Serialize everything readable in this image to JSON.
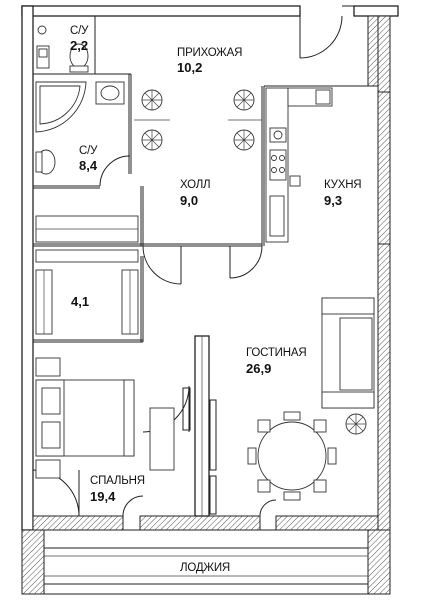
{
  "rooms": {
    "wc_small": {
      "name": "С/У",
      "area": "2,2"
    },
    "hall_entry": {
      "name": "ПРИХОЖАЯ",
      "area": "10,2"
    },
    "bathroom": {
      "name": "С/У",
      "area": "8,4"
    },
    "hall": {
      "name": "ХОЛЛ",
      "area": "9,0"
    },
    "kitchen": {
      "name": "КУХНЯ",
      "area": "9,3"
    },
    "closet": {
      "name": "",
      "area": "4,1"
    },
    "living": {
      "name": "ГОСТИНАЯ",
      "area": "26,9"
    },
    "bedroom": {
      "name": "СПАЛЬНЯ",
      "area": "19,4"
    },
    "loggia": {
      "name": "ЛОДЖИЯ",
      "area": ""
    }
  },
  "colors": {
    "wall": "#222222",
    "background": "#ffffff",
    "hatch": "#666666"
  }
}
